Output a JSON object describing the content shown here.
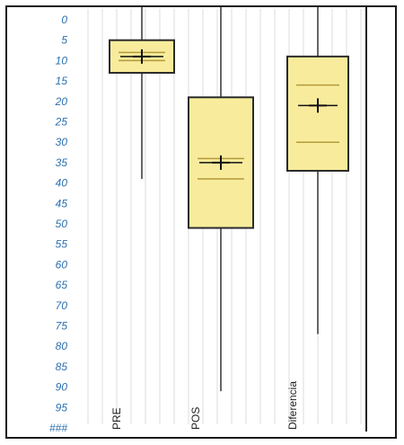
{
  "chart_data": {
    "type": "box",
    "title": "",
    "xlabel": "",
    "ylabel": "",
    "y_axis": {
      "min": 0,
      "max": 100,
      "inverted": true,
      "tick_step": 5,
      "bottom_tick_label": "###"
    },
    "grid": "vertical-minor",
    "colors": {
      "box_fill": "#f8ec9c",
      "box_stroke": "#2b2b2b",
      "whisker": "#333333",
      "mean_marker": "#111111",
      "percentile_line": "#b39a3c",
      "grid": "#dcdcdc",
      "tick_label": "#2a6fb0"
    },
    "categories": [
      "PRE",
      "POS",
      "Diferencia"
    ],
    "boxes": [
      {
        "name": "PRE",
        "whisker_low": 0,
        "q1": 5,
        "median": 9,
        "q3": 13,
        "whisker_high": 39,
        "mean": 9,
        "inner_lines": [
          8,
          10
        ]
      },
      {
        "name": "POS",
        "whisker_low": 0,
        "q1": 19,
        "median": 35,
        "q3": 51,
        "whisker_high": 91,
        "mean": 35,
        "inner_lines": [
          34,
          39
        ]
      },
      {
        "name": "Diferencia",
        "whisker_low": 0,
        "q1": 9,
        "median": 21,
        "q3": 37,
        "whisker_high": 77,
        "mean": 21,
        "inner_lines": [
          16,
          30
        ]
      }
    ]
  }
}
